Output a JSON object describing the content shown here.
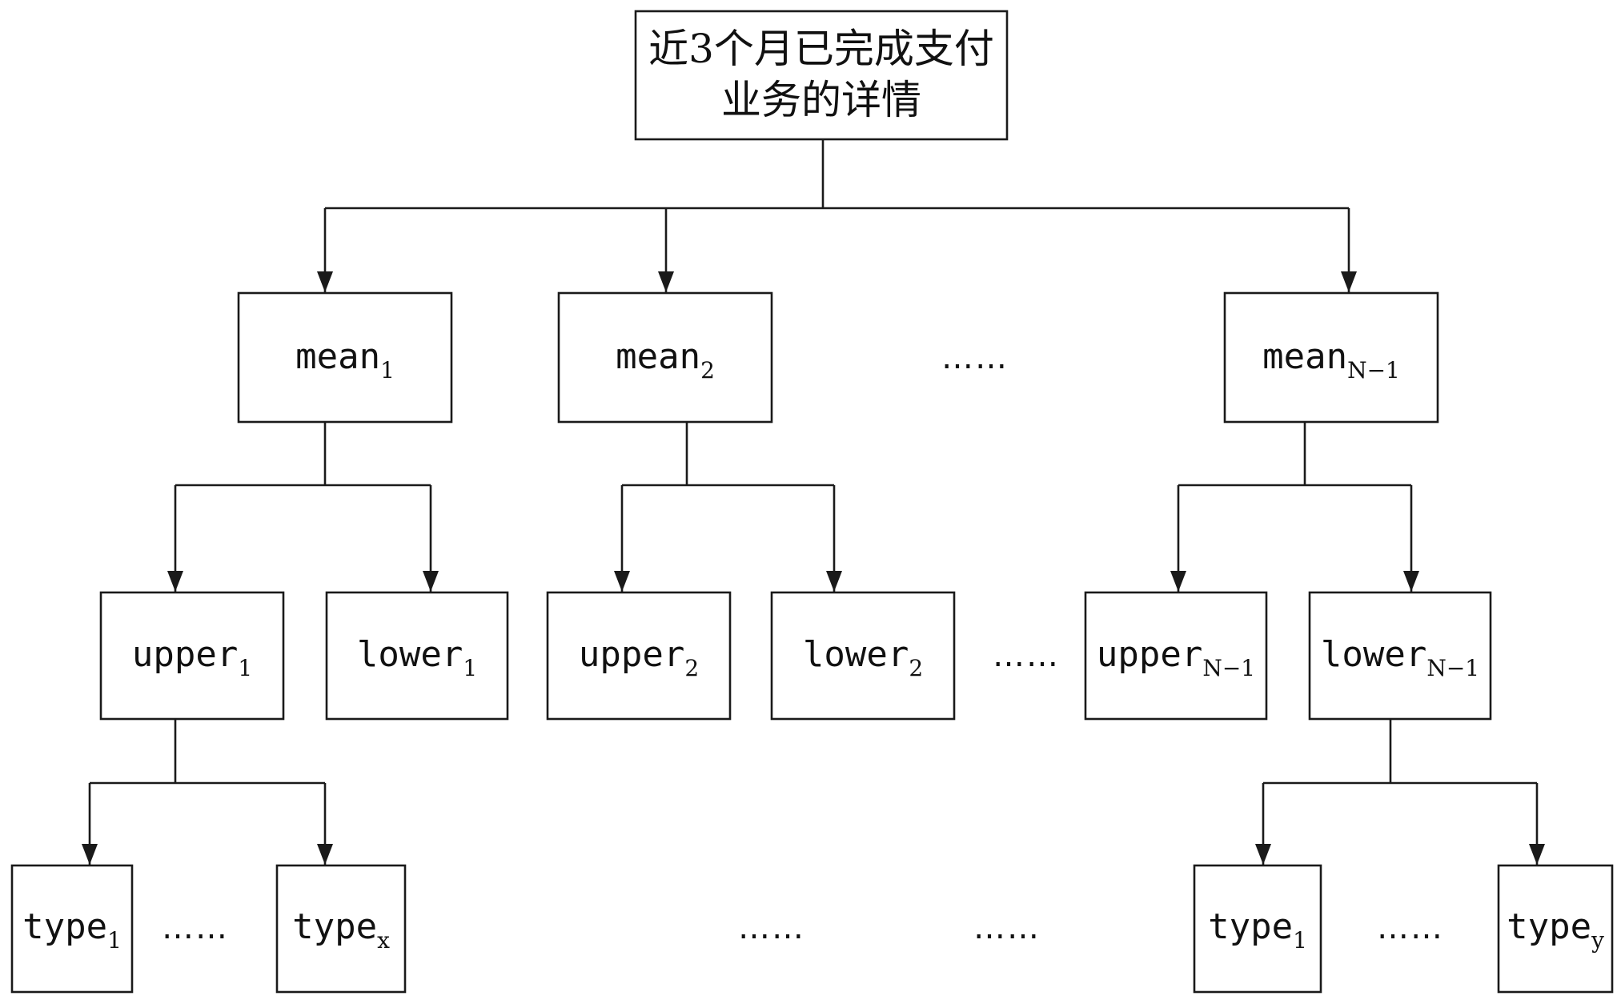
{
  "root": {
    "line1": "近3个月已完成支付",
    "line2": "业务的详情"
  },
  "means": [
    {
      "base": "mean",
      "sub": "1"
    },
    {
      "base": "mean",
      "sub": "2"
    },
    {
      "base": "mean",
      "sub": "N−1"
    }
  ],
  "bounds": [
    {
      "base": "upper",
      "sub": "1"
    },
    {
      "base": "lower",
      "sub": "1"
    },
    {
      "base": "upper",
      "sub": "2"
    },
    {
      "base": "lower",
      "sub": "2"
    },
    {
      "base": "upper",
      "sub": "N−1"
    },
    {
      "base": "lower",
      "sub": "N−1"
    }
  ],
  "types": [
    {
      "base": "type",
      "sub": "1"
    },
    {
      "base": "type",
      "sub": "x"
    },
    {
      "base": "type",
      "sub": "1"
    },
    {
      "base": "type",
      "sub": "y"
    }
  ],
  "ellipsis": "……"
}
